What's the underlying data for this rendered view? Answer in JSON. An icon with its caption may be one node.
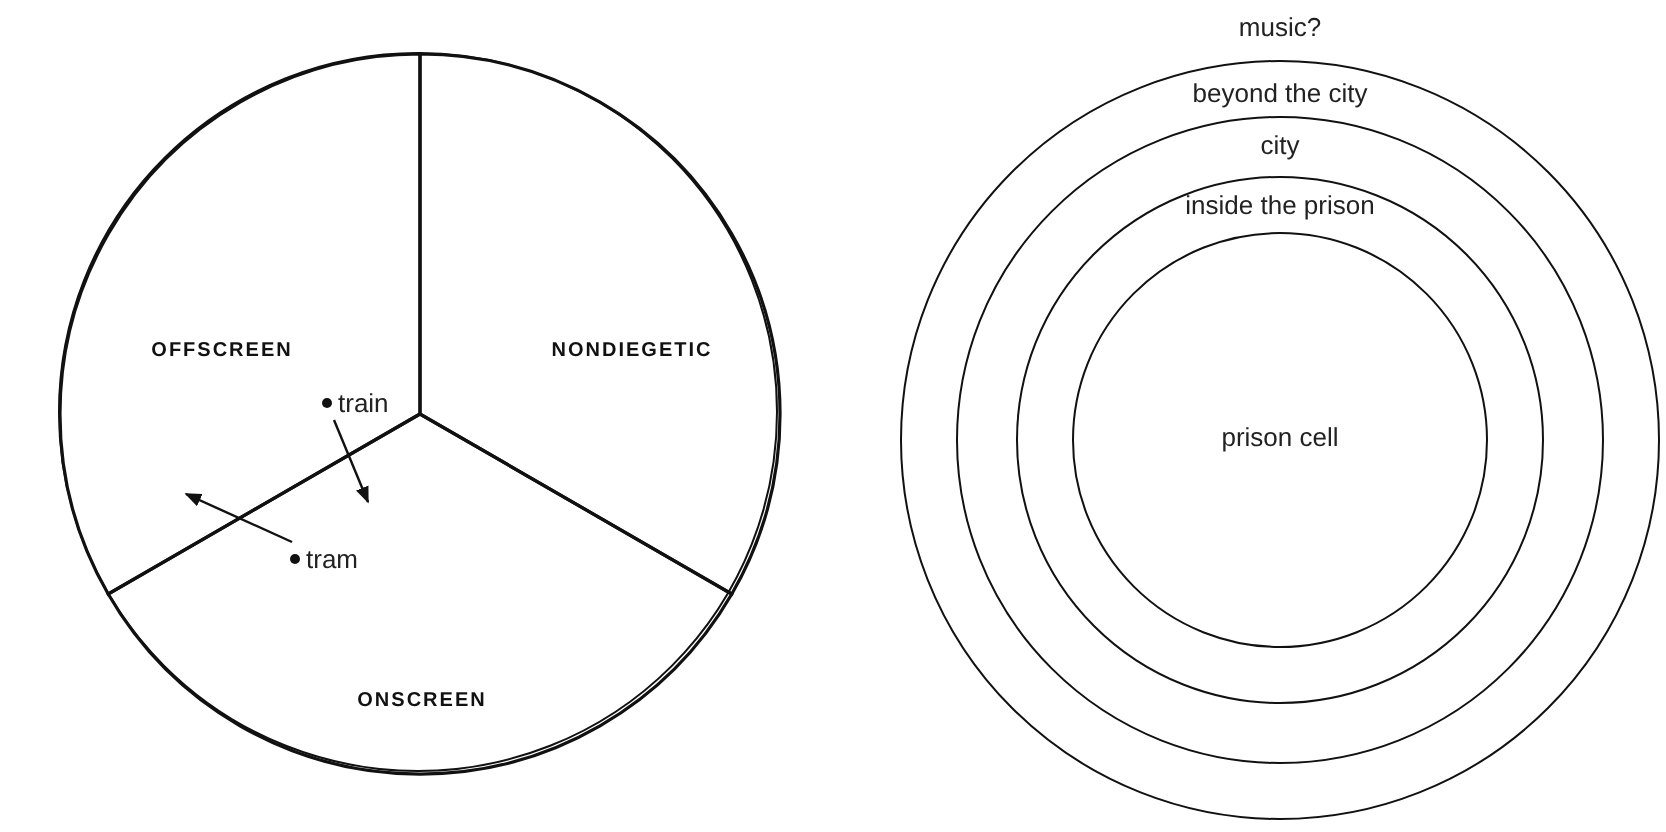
{
  "diagram": {
    "nodes": [
      {
        "text": [],
        "shape": "circle"
      },
      {
        "text": [
          "OFFSCREEN"
        ],
        "in": 0
      },
      {
        "text": [
          "NONDIEGETIC"
        ],
        "in": 0
      },
      {
        "text": [
          "ONSCREEN"
        ],
        "in": 0
      },
      {
        "text": [
          "train"
        ],
        "in": 1
      },
      {
        "text": [
          "tram"
        ],
        "in": 3
      },
      {
        "text": [
          "beyond the city"
        ]
      },
      {
        "text": [
          "city"
        ],
        "in": 6
      },
      {
        "text": [
          "inside the prison"
        ],
        "in": 7
      },
      {
        "text": [
          "prison cell"
        ],
        "in": 8
      }
    ],
    "edges": [
      {
        "from": 4,
        "to": 3,
        "arrow": "to"
      },
      {
        "from": 5,
        "to": 1,
        "arrow": "to"
      }
    ],
    "labels": [
      "music?"
    ]
  }
}
